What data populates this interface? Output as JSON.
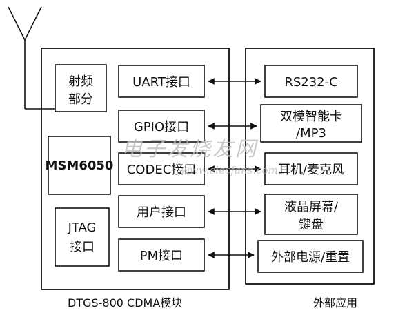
{
  "module": {
    "rf_block": [
      "射频",
      "部分"
    ],
    "cpu_block": "MSM6050",
    "jtag_block": [
      "JTAG",
      "接口"
    ],
    "interfaces": [
      "UART接口",
      "GPIO接口",
      "CODEC接口",
      "用户接口",
      "PM接口"
    ],
    "caption": "DTGS-800 CDMA模块"
  },
  "external": {
    "devices": [
      [
        "RS232-C"
      ],
      [
        "双模智能卡",
        "/MP3"
      ],
      [
        "耳机/麦克风"
      ],
      [
        "液晶屏幕/",
        "键盘"
      ],
      [
        "外部电源/重置"
      ]
    ],
    "caption": "外部应用"
  },
  "watermark": {
    "title": "电子发烧友网",
    "url": "www.elecfans.com"
  }
}
